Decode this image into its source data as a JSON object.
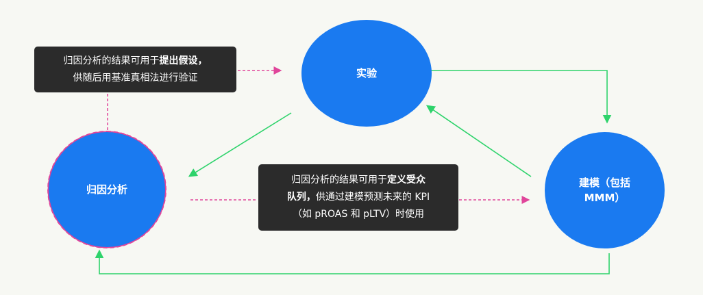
{
  "nodes": {
    "experiment": "实验",
    "attribution": "归因分析",
    "mmm_line1": "建模（包括",
    "mmm_line2": "MMM）"
  },
  "callout_hypothesis": {
    "line1_prefix": "归因分析的结果可用于",
    "line1_bold": "提出假设，",
    "line2": "供随后用基准真相法进行验证"
  },
  "callout_targeting": {
    "line1_prefix": "归因分析的结果可用于",
    "line1_bold": "定义受众",
    "line2_bold": "队列，",
    "line2_rest": "供通过建模预测未来的 KPI",
    "line3": "（如 pROAS 和 pLTV）时使用"
  },
  "colors": {
    "circle": "#1a7af0",
    "solid_arrow": "#2ed36b",
    "dashed_arrow": "#e0459a",
    "callout_bg": "#2b2b2b",
    "background": "#f7f8f3"
  }
}
